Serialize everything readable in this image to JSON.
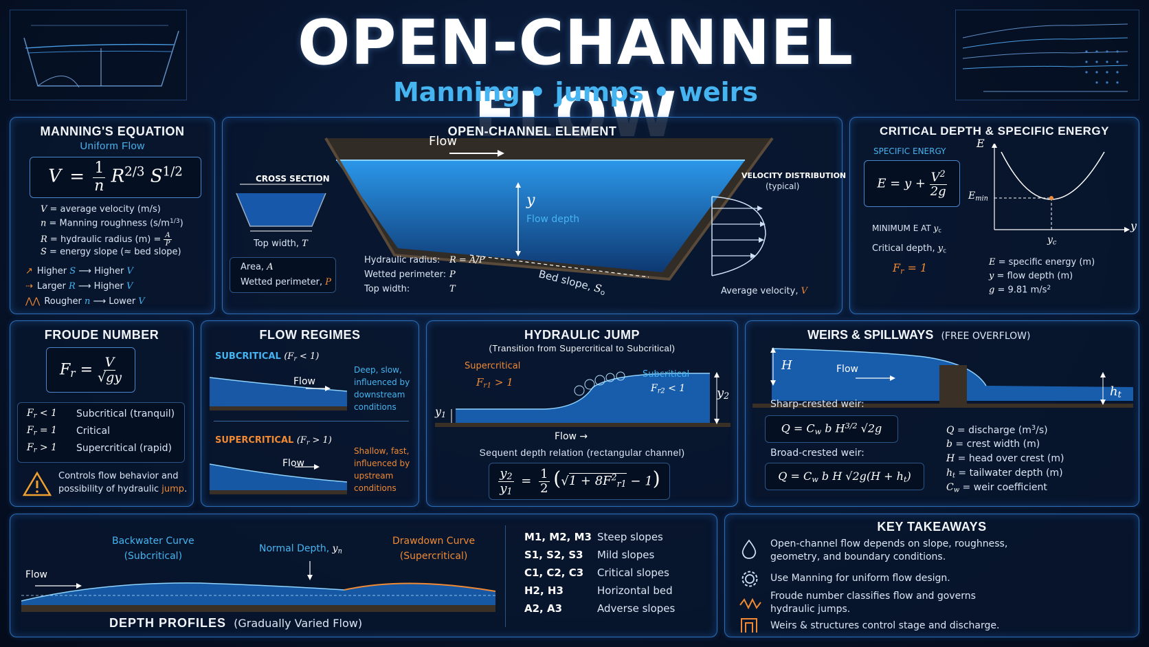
{
  "header": {
    "title": "OPEN-CHANNEL FLOW",
    "subtitle": "Manning • jumps • weirs"
  },
  "manning": {
    "title": "MANNING'S EQUATION",
    "subtitle": "Uniform Flow",
    "lhs": "V",
    "eq_sign": "=",
    "frac_num": "1",
    "frac_den": "n",
    "rhs_R": "R",
    "R_exp": "2/3",
    "rhs_S": "S",
    "S_exp": "1/2",
    "defs": [
      {
        "sym": "V",
        "text": " = average velocity (m/s)"
      },
      {
        "sym": "n",
        "text": " = Manning roughness (s/m"
      },
      {
        "sym": "R",
        "text": " = hydraulic radius (m) = "
      },
      {
        "sym": "S",
        "text": " = energy slope (≈ bed slope)"
      }
    ],
    "n_unit_exp": "1/3",
    "n_unit_close": ")",
    "R_frac_num": "A",
    "R_frac_den": "P",
    "trends": [
      {
        "a": "Higher ",
        "as": "S",
        "arrow": " ⟶ ",
        "b": "Higher ",
        "bs": "V"
      },
      {
        "a": "Larger ",
        "as": "R",
        "arrow": " ⟶ ",
        "b": "Higher ",
        "bs": "V"
      },
      {
        "a": "Rougher ",
        "as": "n",
        "arrow": " ⟶ ",
        "b": "Lower ",
        "bs": "V"
      }
    ]
  },
  "element": {
    "title": "OPEN-CHANNEL ELEMENT",
    "flow_label": "Flow",
    "cross_section_title": "CROSS SECTION",
    "top_width": "Top width, ",
    "top_width_sym": "T",
    "area": "Area, ",
    "area_sym": "A",
    "wetted": "Wetted perimeter, ",
    "wetted_sym": "P",
    "depth_sym": "y",
    "depth_label": "Flow depth",
    "hyd_radius": "Hydraulic radius:",
    "hyd_radius_val": "R = A/P",
    "wetted_perim": "Wetted perimeter:",
    "wetted_perim_val": "P",
    "top_w": "Top width:",
    "top_w_val": "T",
    "bed_slope": "Bed slope, ",
    "bed_slope_sym": "S",
    "bed_slope_sub": "o",
    "vel_title": "VELOCITY DISTRIBUTION",
    "vel_sub": "(typical)",
    "avg_vel": "Average velocity, ",
    "avg_vel_sym": "V"
  },
  "critical": {
    "title": "CRITICAL DEPTH & SPECIFIC ENERGY",
    "spec_energy": "SPECIFIC ENERGY",
    "eq_lhs": "E = y + ",
    "eq_num": "V",
    "eq_num_exp": "2",
    "eq_den": "2g",
    "min_e": "MINIMUM E AT ",
    "min_e_sym": "y",
    "min_e_sub": "c",
    "crit_depth": "Critical depth, ",
    "crit_sym": "y",
    "crit_sub": "c",
    "fr1": "F",
    "fr1_sub": "r",
    "fr1_rest": " = 1",
    "axis_E": "E",
    "axis_Emin": "E",
    "axis_Emin_sub": "min",
    "axis_y": "y",
    "axis_yc": "y",
    "axis_yc_sub": "c",
    "defs": [
      {
        "sym": "E",
        "text": " = specific energy (m)"
      },
      {
        "sym": "y",
        "text": " = flow depth (m)"
      },
      {
        "sym": "g",
        "text": " = 9.81 m/s"
      }
    ],
    "g_exp": "2"
  },
  "froude": {
    "title": "FROUDE NUMBER",
    "lhs": "F",
    "lhs_sub": "r",
    "eq": " = ",
    "num": "V",
    "den": "√gy",
    "rows": [
      {
        "sym": "F",
        "sub": "r",
        "op": " < 1",
        "text": "Subcritical (tranquil)"
      },
      {
        "sym": "F",
        "sub": "r",
        "op": " = 1",
        "text": "Critical"
      },
      {
        "sym": "F",
        "sub": "r",
        "op": " > 1",
        "text": "Supercritical (rapid)"
      }
    ],
    "note_a": "Controls flow behavior and",
    "note_b1": "possibility of hydraulic ",
    "note_b2": "jump",
    "note_b3": "."
  },
  "regimes": {
    "title": "FLOW REGIMES",
    "sub_label": "SUBCRITICAL",
    "sub_cond": "(F",
    "sub_cond_sub": "r",
    "sub_cond_rest": " < 1)",
    "sub_flow": "Flow",
    "sub_desc": [
      "Deep, slow,",
      "influenced by",
      "downstream",
      "conditions"
    ],
    "sup_label": "SUPERCRITICAL",
    "sup_cond": "(F",
    "sup_cond_sub": "r",
    "sup_cond_rest": " > 1)",
    "sup_flow": "Flow",
    "sup_desc": [
      "Shallow, fast,",
      "influenced by",
      "upstream",
      "conditions"
    ]
  },
  "jump": {
    "title": "HYDRAULIC JUMP",
    "subtitle": "(Transition from Supercritical to Subcritical)",
    "super": "Supercritical",
    "super_fr": "F",
    "super_fr_sub": "r1",
    "super_fr_rest": " > 1",
    "subc": "Subcritical",
    "subc_fr": "F",
    "subc_fr_sub": "r2",
    "subc_fr_rest": " < 1",
    "y1": "y",
    "y1_sub": "1",
    "y2": "y",
    "y2_sub": "2",
    "flow": "Flow",
    "relation": "Sequent depth relation (rectangular channel)",
    "eq_lhs_num": "y",
    "eq_lhs_num_sub": "2",
    "eq_lhs_den": "y",
    "eq_lhs_den_sub": "1",
    "eq_eq": "=",
    "eq_half_num": "1",
    "eq_half_den": "2",
    "eq_body": "1 + 8F",
    "eq_body_sup": "2",
    "eq_body_sub": "r1",
    "eq_tail": " − 1"
  },
  "weirs": {
    "title": "WEIRS & SPILLWAYS",
    "title_note": "(FREE OVERFLOW)",
    "H": "H",
    "flow": "Flow",
    "ht": "h",
    "ht_sub": "t",
    "sharp": "Sharp-crested weir:",
    "sharp_eq_a": "Q = C",
    "sharp_eq_sub": "w",
    "sharp_eq_b": " b H",
    "sharp_eq_exp": "3/2",
    "sharp_eq_c": " √2g",
    "broad": "Broad-crested weir:",
    "broad_eq_a": "Q = C",
    "broad_eq_sub": "w",
    "broad_eq_b": " b H √2g(H + h",
    "broad_eq_sub2": "t",
    "broad_eq_c": ")",
    "defs": [
      {
        "sym": "Q",
        "sub": "",
        "text": " = discharge (m"
      },
      {
        "sym": "b",
        "sub": "",
        "text": " = crest width (m)"
      },
      {
        "sym": "H",
        "sub": "",
        "text": " = head over crest (m)"
      },
      {
        "sym": "h",
        "sub": "t",
        "text": " = tailwater depth (m)"
      },
      {
        "sym": "C",
        "sub": "w",
        "text": " = weir coefficient"
      }
    ],
    "q_exp": "3",
    "q_close": "/s)"
  },
  "profiles": {
    "title": "DEPTH PROFILES",
    "title_note": "(Gradually Varied Flow)",
    "backwater_a": "Backwater Curve",
    "backwater_b": "(Subcritical)",
    "normal": "Normal Depth, ",
    "normal_sym": "y",
    "normal_sub": "n",
    "drawdown_a": "Drawdown Curve",
    "drawdown_b": "(Supercritical)",
    "flow": "Flow",
    "classes": [
      {
        "code": "M1, M2, M3",
        "desc": "Steep slopes"
      },
      {
        "code": "S1, S2, S3",
        "desc": "Mild slopes"
      },
      {
        "code": "C1, C2, C3",
        "desc": "Critical slopes"
      },
      {
        "code": "H2, H3",
        "desc": "Horizontal bed"
      },
      {
        "code": "A2, A3",
        "desc": "Adverse slopes"
      }
    ]
  },
  "takeaways": {
    "title": "KEY TAKEAWAYS",
    "items": [
      {
        "icon": "water-drop-icon",
        "lines": [
          "Open-channel flow depends on slope, roughness,",
          "geometry, and boundary conditions."
        ]
      },
      {
        "icon": "gear-icon",
        "lines": [
          "Use Manning for uniform flow design."
        ]
      },
      {
        "icon": "wave-icon",
        "lines": [
          "Froude number classifies flow and governs",
          "hydraulic jumps."
        ]
      },
      {
        "icon": "weir-structure-icon",
        "lines": [
          "Weirs & structures control stage and discharge."
        ]
      }
    ]
  },
  "colors": {
    "accent": "#46b4f0",
    "orange": "#f08a34",
    "border": "#2f6fb8",
    "water": "#1d7fe0"
  }
}
